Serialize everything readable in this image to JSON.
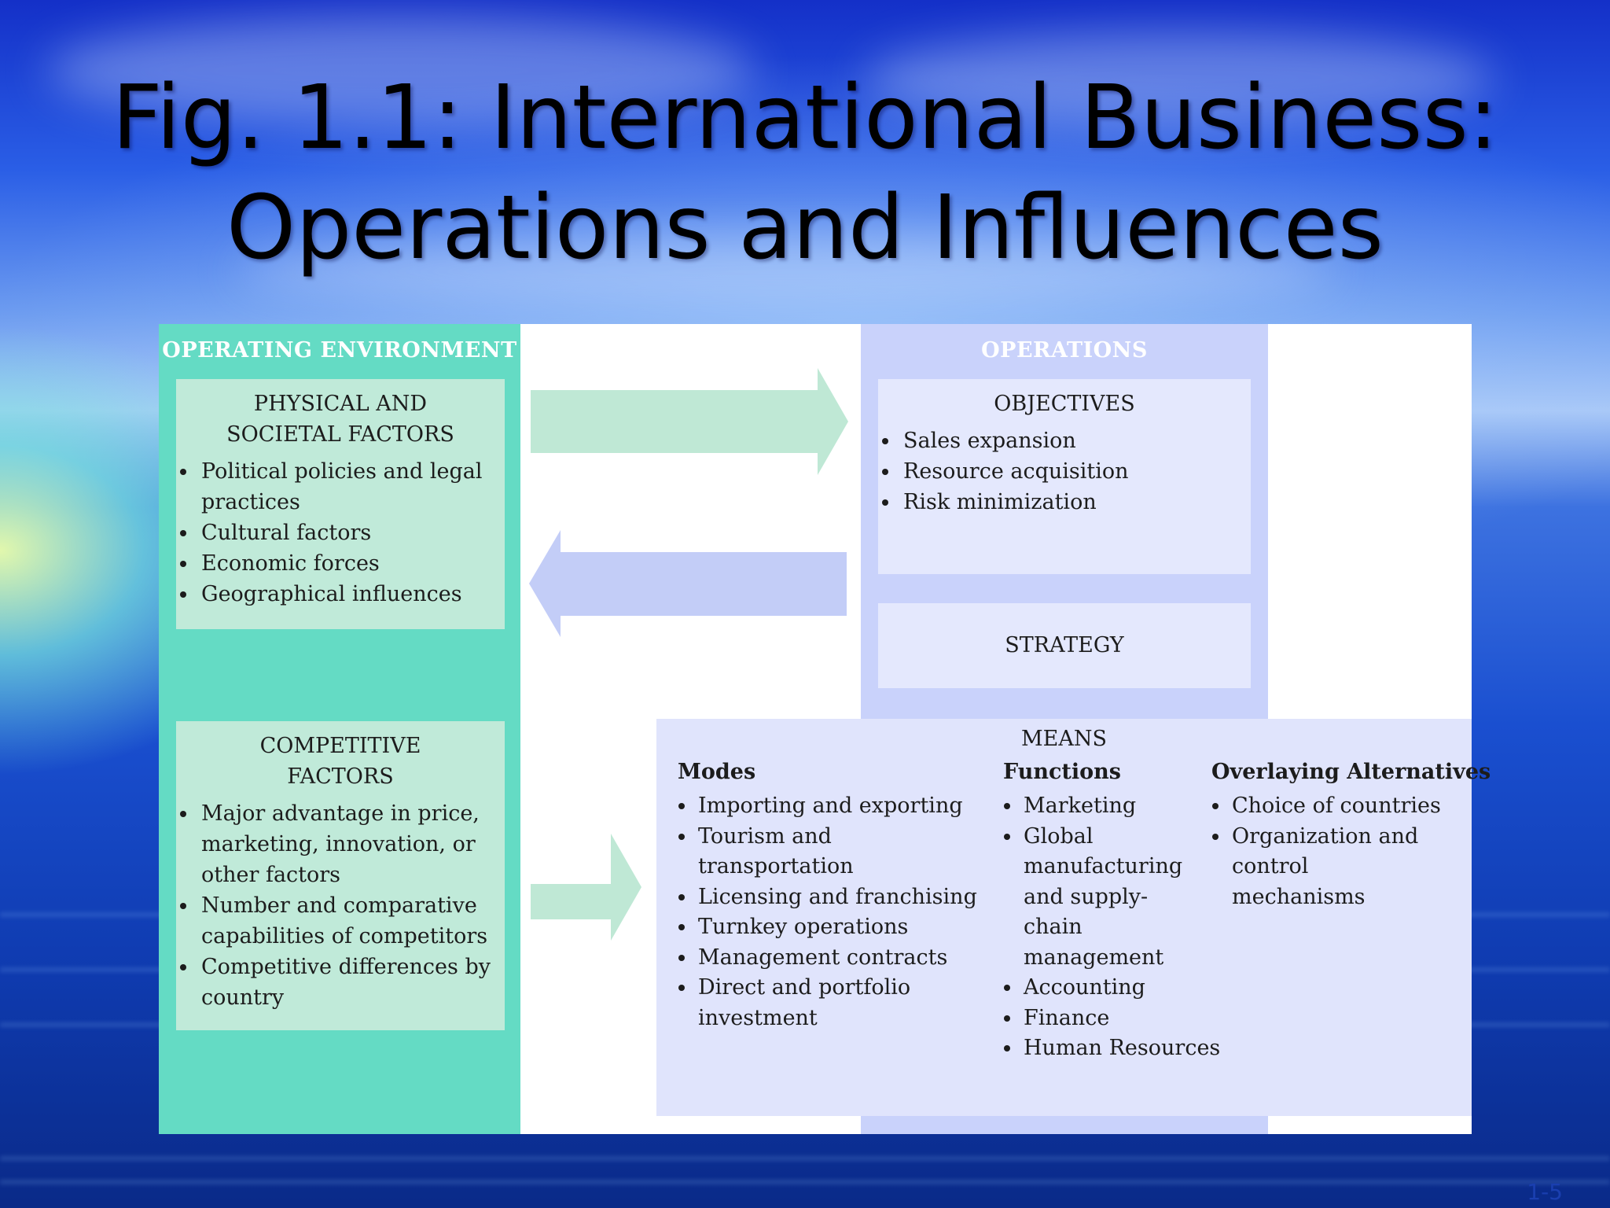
{
  "title": {
    "line1": "Fig. 1.1: International Business:",
    "line2": "Operations and Influences"
  },
  "diagram": {
    "operating_environment": {
      "header": "OPERATING ENVIRONMENT",
      "physical_societal": {
        "heading_line1": "PHYSICAL AND",
        "heading_line2": "SOCIETAL FACTORS",
        "items": [
          "Political policies and legal practices",
          "Cultural factors",
          "Economic forces",
          "Geographical influences"
        ]
      },
      "competitive": {
        "heading_line1": "COMPETITIVE",
        "heading_line2": "FACTORS",
        "items": [
          "Major advantage in price, marketing, innovation, or other factors",
          "Number and comparative capabilities of competitors",
          "Competitive differences by country"
        ]
      }
    },
    "operations": {
      "header": "OPERATIONS",
      "objectives": {
        "heading": "OBJECTIVES",
        "items": [
          "Sales expansion",
          "Resource acquisition",
          "Risk minimization"
        ]
      },
      "strategy": {
        "heading": "STRATEGY"
      },
      "means": {
        "heading": "MEANS",
        "modes": {
          "heading": "Modes",
          "items": [
            "Importing and exporting",
            "Tourism and transportation",
            "Licensing and franchising",
            "Turnkey operations",
            "Management contracts",
            "Direct and portfolio investment"
          ]
        },
        "functions": {
          "heading": "Functions",
          "items": [
            "Marketing",
            "Global manufacturing and supply-chain management",
            "Accounting",
            "Finance",
            "Human Resources"
          ]
        },
        "overlaying": {
          "heading": "Overlaying Alternatives",
          "items": [
            "Choice of countries",
            "Organization and control mechanisms"
          ]
        }
      }
    },
    "colors": {
      "env_column": "#64dbc4",
      "env_box": "#c0ead9",
      "ops_column": "#c9d2fb",
      "ops_box": "#e4e8fd",
      "arrow_green": "#bfe8d5",
      "arrow_blue": "#c3cdf7"
    }
  },
  "page_number": "1-5"
}
